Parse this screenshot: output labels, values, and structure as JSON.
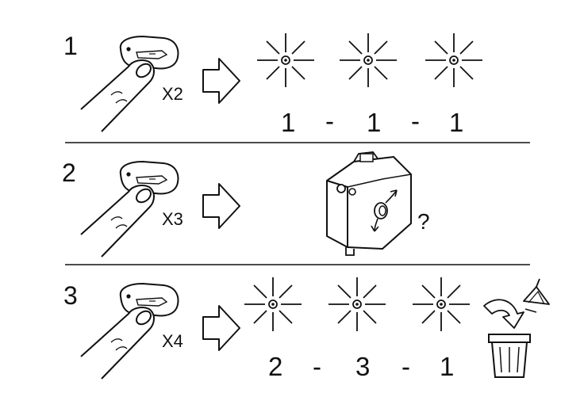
{
  "steps": [
    {
      "number": "1",
      "multiplier": "X2",
      "code": [
        "1",
        "-",
        "1",
        "-",
        "1"
      ]
    },
    {
      "number": "2",
      "multiplier": "X3",
      "question": "?"
    },
    {
      "number": "3",
      "multiplier": "X4",
      "code": [
        "2",
        "-",
        "3",
        "-",
        "1"
      ]
    }
  ],
  "icons": {
    "key_fob": "key-fob-icon",
    "finger": "finger-press-icon",
    "arrow": "outline-right-arrow-icon",
    "flash": "flashing-light-icon",
    "module": "actuator-module-icon",
    "bin": "trash-bin-icon",
    "discard": "discard-arrow-icon"
  },
  "colors": {
    "ink": "#111111",
    "paper": "#ffffff"
  }
}
